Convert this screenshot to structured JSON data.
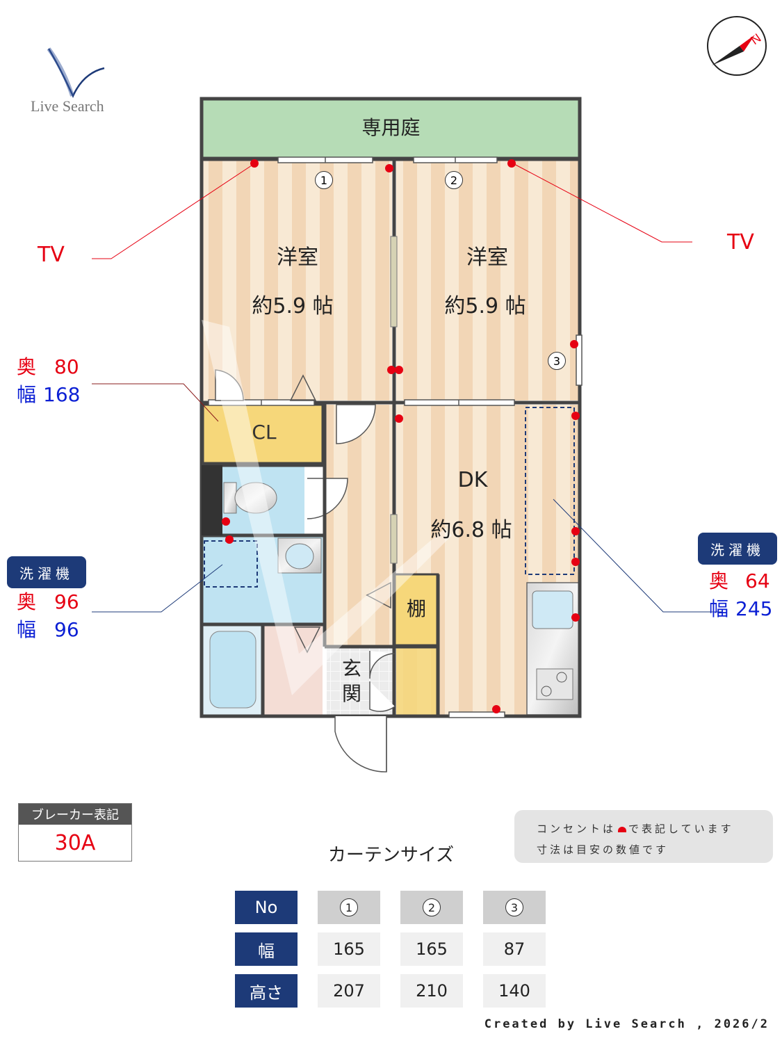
{
  "logo": {
    "text": "Live Search"
  },
  "rooms": {
    "garden": "専用庭",
    "western1": {
      "name": "洋室",
      "size": "約5.9 帖"
    },
    "western2": {
      "name": "洋室",
      "size": "約5.9 帖"
    },
    "dk": {
      "name": "DK",
      "size": "約6.8 帖"
    },
    "closet": "CL",
    "shelf": "棚",
    "entrance": "玄関"
  },
  "window_markers": [
    "1",
    "2",
    "3"
  ],
  "annotations": {
    "tv_left": "TV",
    "tv_right": "TV",
    "closet_depth_label": "奥",
    "closet_depth": "80",
    "closet_width_label": "幅",
    "closet_width": "168",
    "washer_left": {
      "title": "洗濯機",
      "depth_label": "奥",
      "depth": "96",
      "width_label": "幅",
      "width": "96"
    },
    "washer_right": {
      "title": "洗濯機",
      "depth_label": "奥",
      "depth": "64",
      "width_label": "幅",
      "width": "245"
    }
  },
  "breaker": {
    "title": "ブレーカー表記",
    "value": "30A"
  },
  "notes": {
    "line1_pre": "コンセントは",
    "line1_post": "で表記しています",
    "line2": "寸法は目安の数値です"
  },
  "curtain": {
    "title": "カーテンサイズ",
    "row_headers": [
      "No",
      "幅",
      "高さ"
    ],
    "numbers": [
      "1",
      "2",
      "3"
    ],
    "widths": [
      "165",
      "165",
      "87"
    ],
    "heights": [
      "207",
      "210",
      "140"
    ]
  },
  "footer": "Created by Live Search , 2026/2",
  "colors": {
    "outlet": "#e60012",
    "navy": "#1d3a78",
    "garden": "#b6dcb6",
    "floor_stripe": "#f3dcc0",
    "closet": "#f6d77a",
    "bath": "#bfe3f2"
  },
  "icons": [
    "compass-icon",
    "outlet-icon"
  ]
}
